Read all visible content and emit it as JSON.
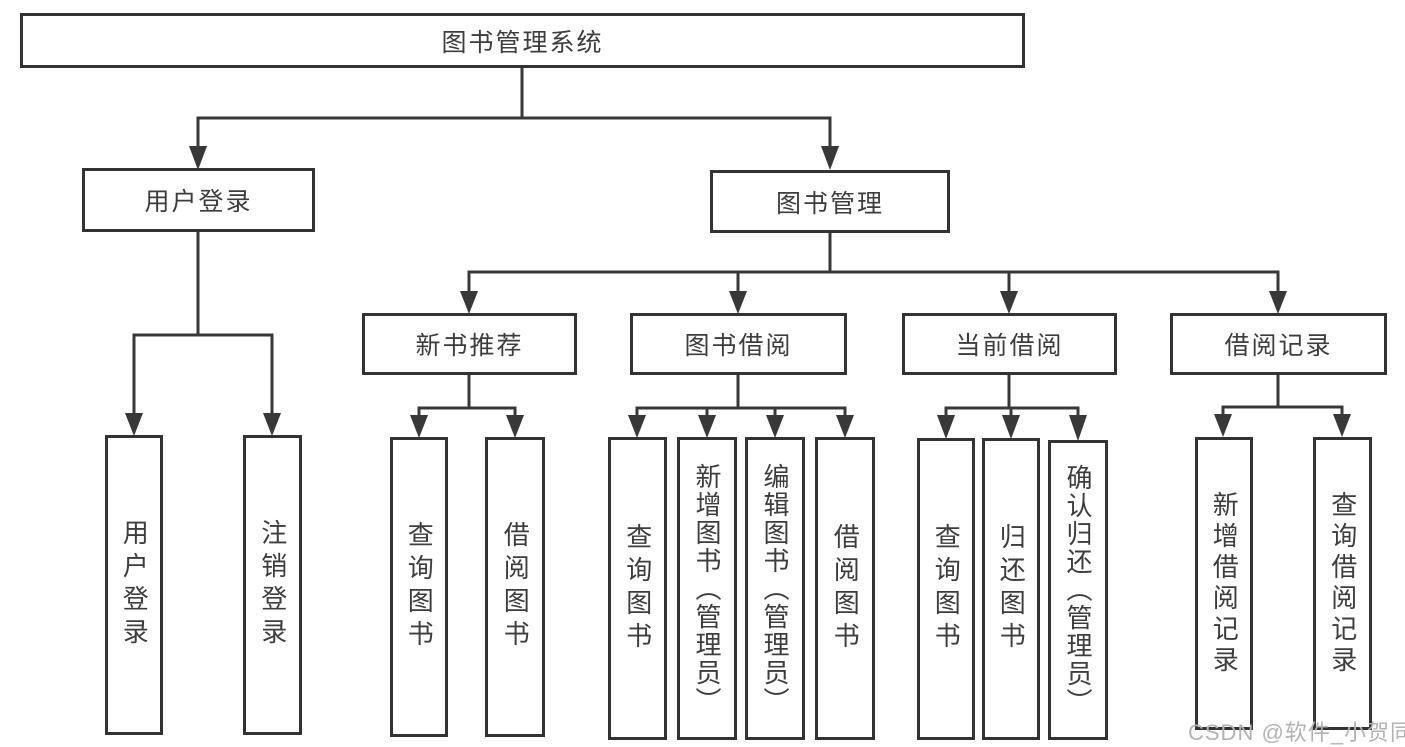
{
  "diagram": {
    "tree": {
      "root": {
        "label": "图书管理系统",
        "children": [
          {
            "label": "用户登录",
            "children": [
              {
                "label": "用户登录"
              },
              {
                "label": "注销登录"
              }
            ]
          },
          {
            "label": "图书管理",
            "children": [
              {
                "label": "新书推荐",
                "children": [
                  {
                    "label": "查询图书"
                  },
                  {
                    "label": "借阅图书"
                  }
                ]
              },
              {
                "label": "图书借阅",
                "children": [
                  {
                    "label": "查询图书"
                  },
                  {
                    "label": "新增图书（管理员）"
                  },
                  {
                    "label": "编辑图书（管理员）"
                  },
                  {
                    "label": "借阅图书"
                  }
                ]
              },
              {
                "label": "当前借阅",
                "children": [
                  {
                    "label": "查询图书"
                  },
                  {
                    "label": "归还图书"
                  },
                  {
                    "label": "确认归还（管理员）"
                  }
                ]
              },
              {
                "label": "借阅记录",
                "children": [
                  {
                    "label": "新增借阅记录"
                  },
                  {
                    "label": "查询借阅记录"
                  }
                ]
              }
            ]
          }
        ]
      }
    },
    "colors": {
      "line": "#383838",
      "border": "#333333",
      "text": "#3d3d3d",
      "watermark": "#b3b3b3",
      "background": "#ffffff"
    }
  },
  "watermark": {
    "text": "CSDN @软件_小贺同学"
  }
}
